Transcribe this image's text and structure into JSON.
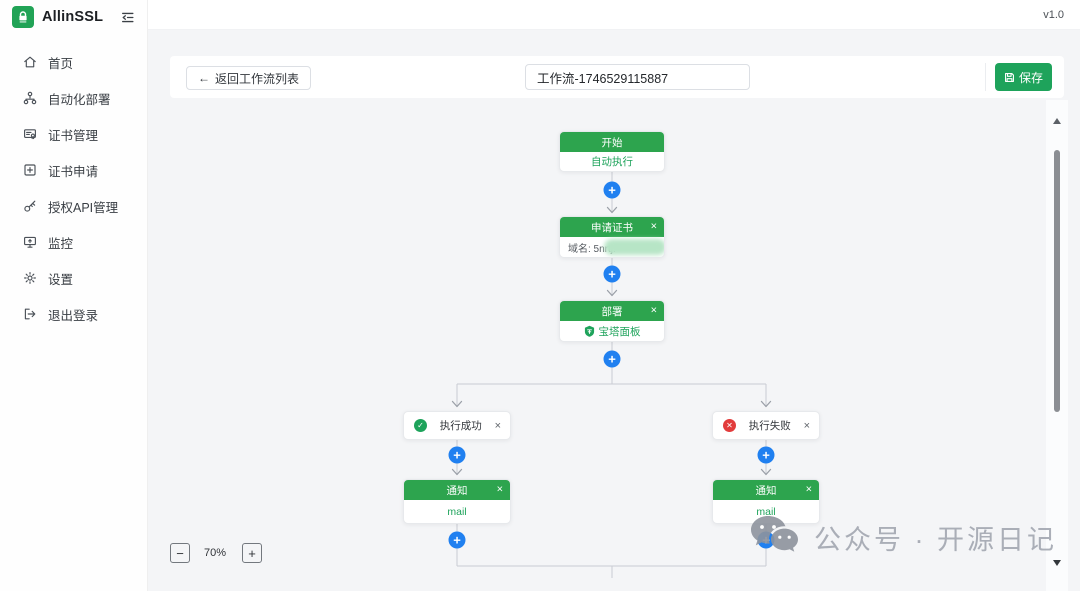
{
  "app": {
    "name": "AllinSSL",
    "version": "v1.0"
  },
  "icons": {
    "plus": "+",
    "close": "×",
    "check": "✓",
    "cross": "✕",
    "back_arrow": "←",
    "minus": "−",
    "plus_zoom": "+"
  },
  "sidebar": {
    "items": [
      {
        "id": "home",
        "label": "首页",
        "icon": "home-icon"
      },
      {
        "id": "auto-deploy",
        "label": "自动化部署",
        "icon": "hierarchy-icon"
      },
      {
        "id": "cert-manage",
        "label": "证书管理",
        "icon": "certificate-icon"
      },
      {
        "id": "cert-apply",
        "label": "证书申请",
        "icon": "plus-square-icon"
      },
      {
        "id": "api-auth",
        "label": "授权API管理",
        "icon": "key-icon"
      },
      {
        "id": "monitor",
        "label": "监控",
        "icon": "monitor-icon"
      },
      {
        "id": "settings",
        "label": "设置",
        "icon": "gear-icon"
      },
      {
        "id": "logout",
        "label": "退出登录",
        "icon": "logout-icon"
      }
    ]
  },
  "toolbar": {
    "back_label": "返回工作流列表",
    "workflow_name": "工作流-1746529115887",
    "save_label": "保存"
  },
  "workflow": {
    "nodes": {
      "start": {
        "title": "开始",
        "body": "自动执行"
      },
      "apply": {
        "title": "申请证书",
        "body_label": "域名: 5nrtj."
      },
      "deploy": {
        "title": "部署",
        "body": "宝塔面板"
      },
      "success": {
        "label": "执行成功"
      },
      "fail": {
        "label": "执行失败"
      },
      "notify_success": {
        "title": "通知",
        "body": "mail"
      },
      "notify_fail": {
        "title": "通知",
        "body": "mail"
      }
    }
  },
  "zoom_controls": {
    "level": "70%"
  },
  "watermark": {
    "text": "公众号 · 开源日记"
  },
  "colors": {
    "primary_green": "#1ea35b",
    "node_header_green": "#2da44e",
    "connector_blue": "#2080f0",
    "error_red": "#e23c3c",
    "canvas_bg": "#f4f5f7"
  }
}
